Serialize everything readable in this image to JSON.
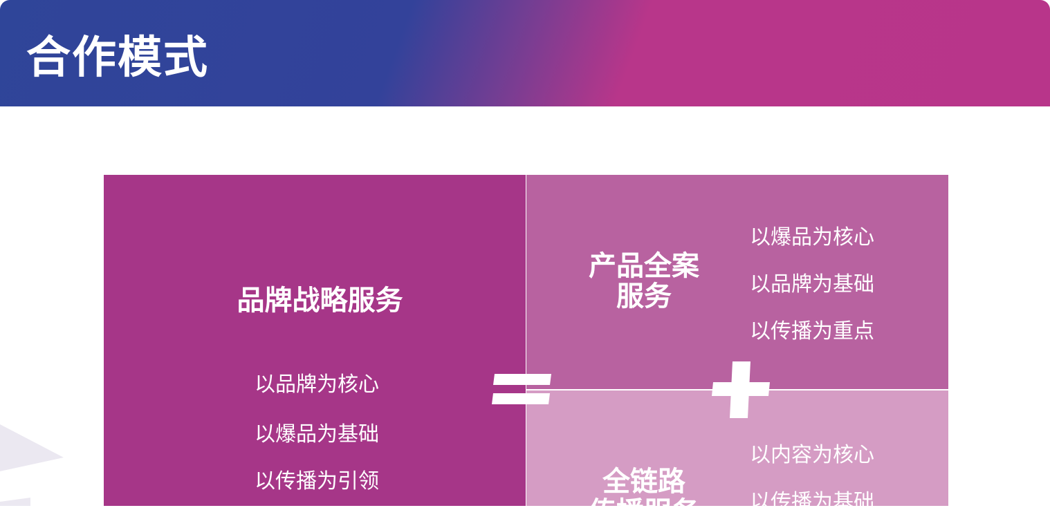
{
  "header": {
    "title": "合作模式"
  },
  "left": {
    "title": "品牌战略服务",
    "items": [
      "以品牌为核心",
      "以爆品为基础",
      "以传播为引领"
    ]
  },
  "top_right": {
    "title_line1": "产品全案",
    "title_line2": "服务",
    "items": [
      "以爆品为核心",
      "以品牌为基础",
      "以传播为重点"
    ]
  },
  "bottom_right": {
    "title_line1": "全链路",
    "title_line2": "传播服务",
    "items": [
      "以内容为核心",
      "以传播为基础"
    ]
  },
  "symbols": {
    "equals": "=",
    "plus": "+"
  },
  "colors": {
    "left": "#a63688",
    "top_right": "#b862a0",
    "bottom_right": "#d59cc4"
  }
}
